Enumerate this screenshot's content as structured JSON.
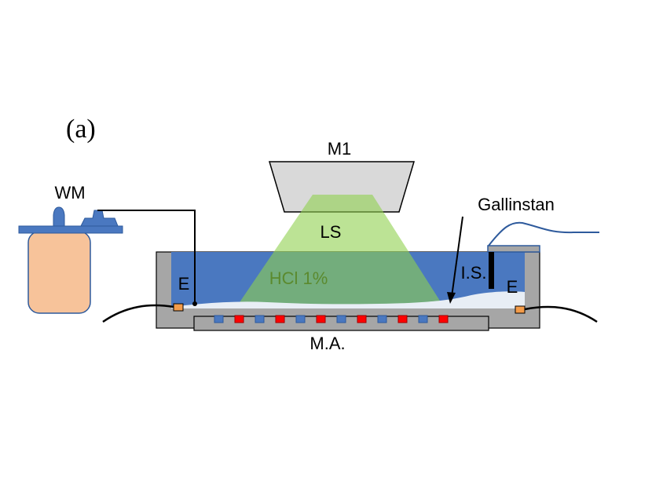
{
  "panel_label": "(a)",
  "labels": {
    "m1": "M1",
    "wm": "WM",
    "ls": "LS",
    "gallinstan": "Gallinstan",
    "hcl": "HCl 1%",
    "is": "I.S.",
    "e_left": "E",
    "e_right": "E",
    "ma": "M.A."
  },
  "colors": {
    "liquid": "#4a78c0",
    "container": "#a6a6a6",
    "light_beam": "#8fd14f",
    "microscope": "#d9d9d9",
    "bottle": "#f7c39a",
    "gallinstan_film": "#e8eef5",
    "magnet_red": "#ff0000",
    "magnet_blue": "#4a78c0",
    "electrode_pad": "#f39c4a",
    "probe_wire": "#2e5a9c"
  }
}
